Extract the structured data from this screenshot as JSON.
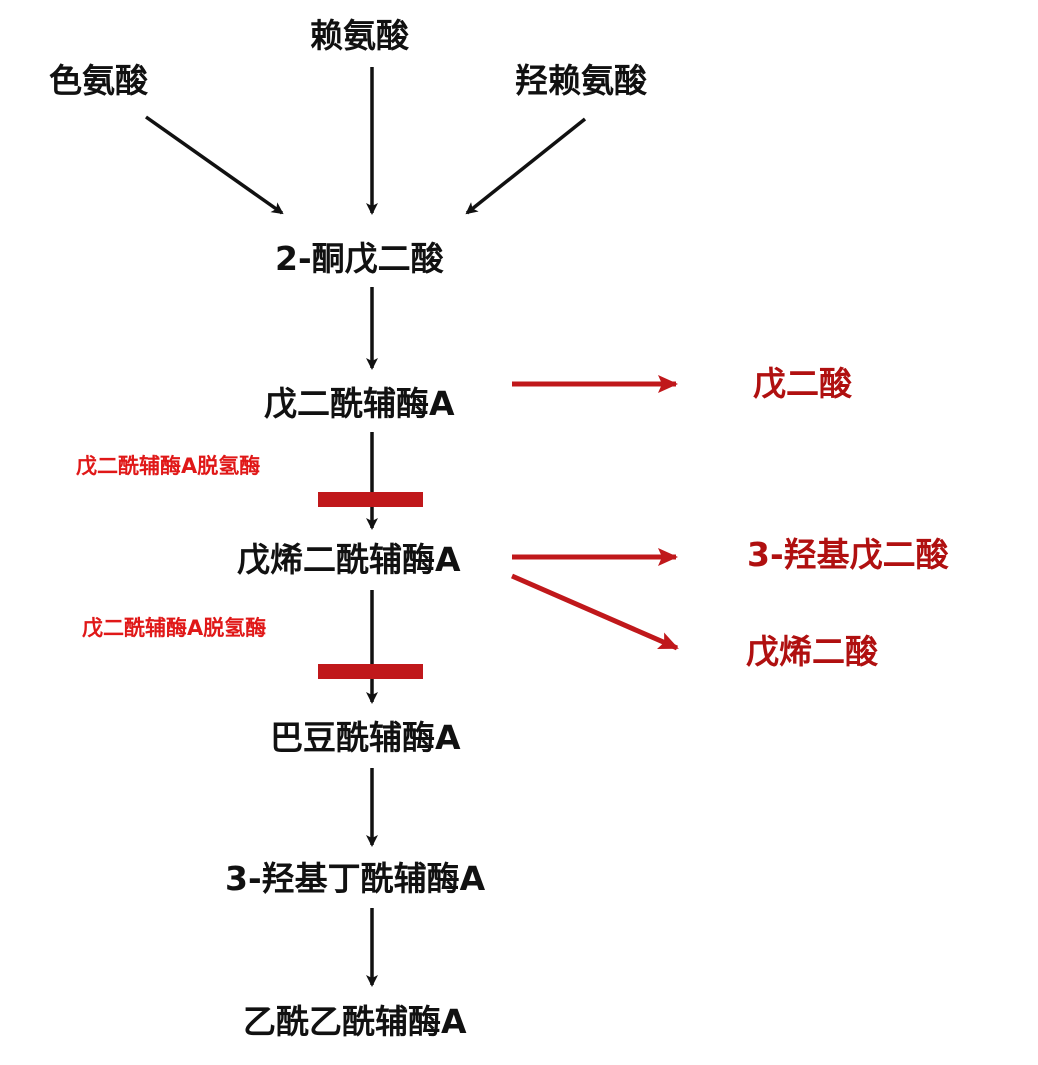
{
  "diagram": {
    "precursors": {
      "tryptophan": "色氨酸",
      "lysine": "赖氨酸",
      "hydroxylysine": "羟赖氨酸"
    },
    "pathway": {
      "ketoadipate": "2-酮戊二酸",
      "glutaryl_coa": "戊二酰辅酶A",
      "glutaconyl_coa": "戊烯二酰辅酶A",
      "crotonyl_coa": "巴豆酰辅酶A",
      "hydroxybutyryl_coa": "3-羟基丁酰辅酶A",
      "acetoacetyl_coa": "乙酰乙酰辅酶A"
    },
    "side_products": {
      "glutaric_acid": "戊二酸",
      "hydroxyglutaric_acid": "3-羟基戊二酸",
      "glutaconic_acid": "戊烯二酸"
    },
    "enzymes": {
      "gcdh_1": "戊二酰辅酶A脱氢酶",
      "gcdh_2": "戊二酰辅酶A脱氢酶"
    },
    "colors": {
      "main_text": "#111111",
      "side_product_text": "#b01010",
      "enzyme_text": "#e01818",
      "block_bar": "#c0181b",
      "side_arrow": "#c0181b",
      "main_arrow": "#111111"
    }
  }
}
